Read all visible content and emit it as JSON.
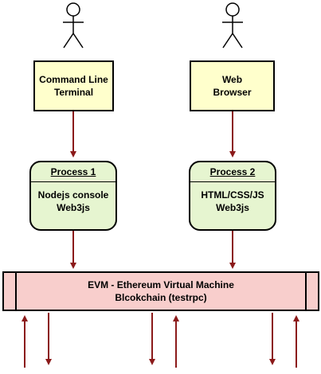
{
  "terminal": {
    "line1": "Command Line",
    "line2": "Terminal"
  },
  "browser": {
    "line1": "Web",
    "line2": "Browser"
  },
  "process1": {
    "title": "Process 1",
    "line1": "Nodejs console",
    "line2": "Web3js"
  },
  "process2": {
    "title": "Process 2",
    "line1": "HTML/CSS/JS",
    "line2": "Web3js"
  },
  "evm": {
    "line1": "EVM - Ethereum Virtual Machine",
    "line2": "Blcokchain (testrpc)"
  },
  "colors": {
    "arrow": "#8b1a1a",
    "yellow_fill": "#ffffcc",
    "green_fill": "#e6f5d0",
    "evm_fill": "#f8cecc"
  },
  "icons": {
    "actor": "stick-figure-user-icon"
  }
}
